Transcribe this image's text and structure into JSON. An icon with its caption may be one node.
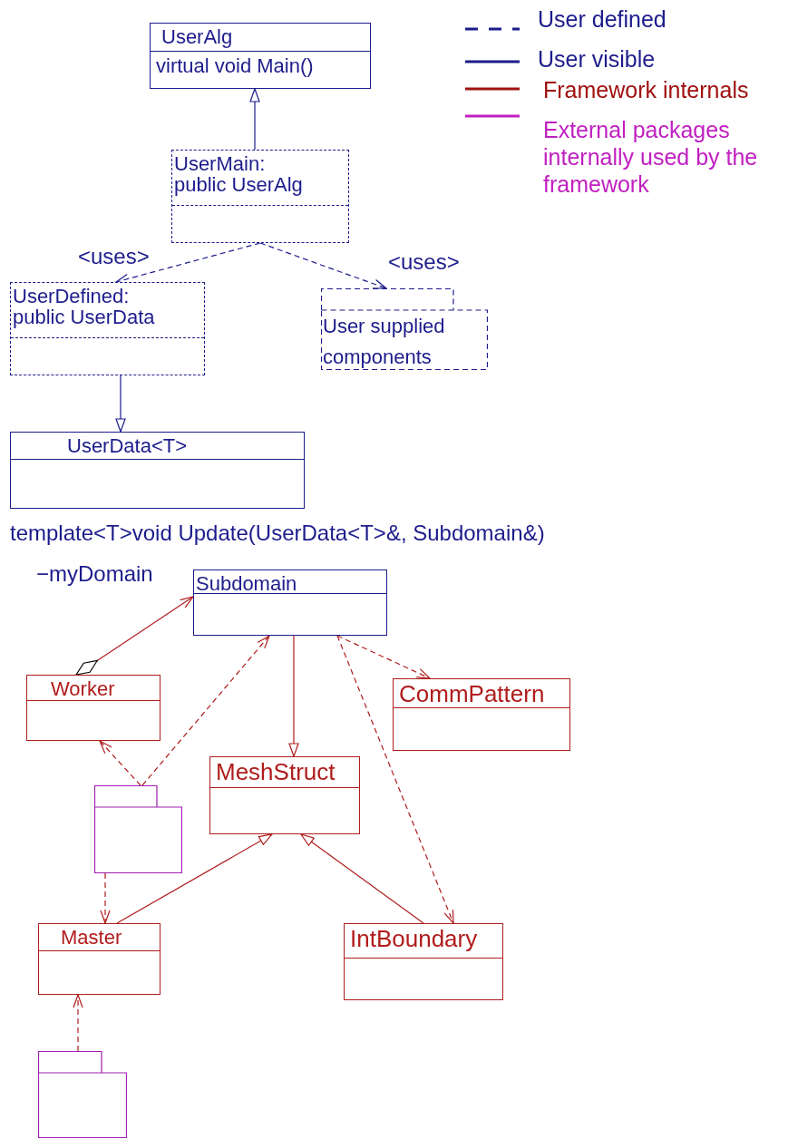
{
  "diagram": {
    "nodes": [
      {
        "text": [
          "UserAlg",
          "virtual void Main()"
        ]
      },
      {
        "text": [
          "UserMain: public UserAlg"
        ]
      },
      {
        "text": [
          "UserDefined: public UserData"
        ]
      },
      {
        "text": [
          "User supplied components"
        ]
      },
      {
        "text": [
          "UserData<T>"
        ]
      },
      {
        "text": [
          "Subdomain"
        ]
      },
      {
        "text": [
          "Worker"
        ]
      },
      {
        "text": [
          "CommPattern"
        ]
      },
      {
        "text": [
          "MeshStruct"
        ]
      },
      {
        "text": [],
        "shape": "folder"
      },
      {
        "text": [
          "Master"
        ]
      },
      {
        "text": [
          "IntBoundary"
        ]
      },
      {
        "text": [],
        "shape": "folder"
      }
    ],
    "edges": [
      {
        "from": 1,
        "to": 0,
        "arrow": "to",
        "color": "#1c1c8c"
      },
      {
        "from": 1,
        "to": 2,
        "arrow": "to",
        "label": "<uses>",
        "style": "dashed",
        "color": "#1c1c8c"
      },
      {
        "from": 1,
        "to": 3,
        "arrow": "to",
        "label": "<uses>",
        "style": "dashed",
        "color": "#1c1c8c"
      },
      {
        "from": 2,
        "to": 4,
        "arrow": "to",
        "color": "#1c1c8c"
      },
      {
        "from": 6,
        "to": 5,
        "arrow": "to",
        "label": "−myDomain"
      },
      {
        "from": 9,
        "to": 5,
        "arrow": "to",
        "style": "dashed"
      },
      {
        "from": 9,
        "to": 6,
        "arrow": "to",
        "style": "dashed"
      },
      {
        "from": 5,
        "to": 8,
        "arrow": "to"
      },
      {
        "from": 5,
        "to": 7,
        "arrow": "to",
        "style": "dashed"
      },
      {
        "from": 5,
        "to": 11,
        "arrow": "to",
        "style": "dashed"
      },
      {
        "from": 9,
        "to": 10,
        "arrow": "to",
        "style": "dashed"
      },
      {
        "from": 10,
        "to": 8,
        "arrow": "to"
      },
      {
        "from": 11,
        "to": 8,
        "arrow": "to"
      },
      {
        "from": 12,
        "to": 10,
        "arrow": "to",
        "style": "dashed"
      }
    ],
    "labels": [
      "template<T>void Update(UserData<T>&, Subdomain&)"
    ],
    "legend": [
      {
        "text": "User defined"
      },
      {
        "text": "User visible"
      },
      {
        "text": "Framework internals"
      },
      {
        "text": "External packages internally used by the framework"
      }
    ]
  }
}
